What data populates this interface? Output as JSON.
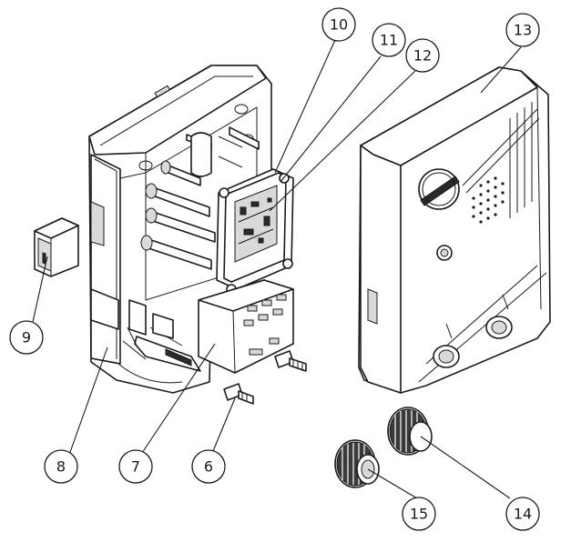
{
  "callouts": [
    {
      "id": "c10",
      "label": "10"
    },
    {
      "id": "c11",
      "label": "11"
    },
    {
      "id": "c12",
      "label": "12"
    },
    {
      "id": "c13",
      "label": "13"
    },
    {
      "id": "c9",
      "label": "9"
    },
    {
      "id": "c8",
      "label": "8"
    },
    {
      "id": "c7",
      "label": "7"
    },
    {
      "id": "c6",
      "label": "6"
    },
    {
      "id": "c15",
      "label": "15"
    },
    {
      "id": "c14",
      "label": "14"
    }
  ],
  "icons": {
    "logo": "brand-logo-icon",
    "vent": "vent-grille-icon"
  }
}
